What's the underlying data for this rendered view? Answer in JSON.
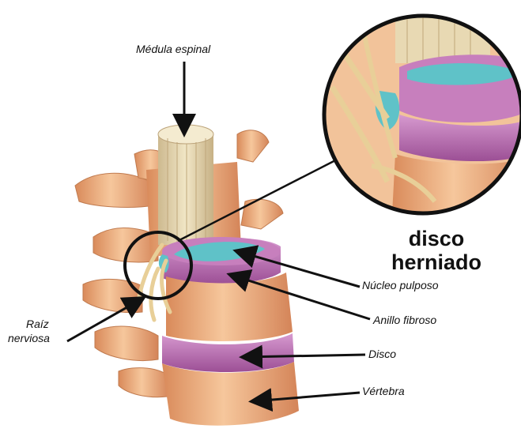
{
  "title": {
    "line1": "disco",
    "line2": "herniado"
  },
  "labels": {
    "medula": "Médula espinal",
    "nucleo": "Núcleo pulposo",
    "anillo": "Anillo fibroso",
    "raiz_line1": "Raíz",
    "raiz_line2": "nerviosa",
    "disco": "Disco",
    "vertebra": "Vértebra"
  },
  "colors": {
    "bone": "#f2b98c",
    "bone_shade": "#d98a5a",
    "disc": "#b868a8",
    "nucleus": "#5fc2c8",
    "spinal_cord": "#e8d9b3",
    "nerve": "#efd7a4"
  }
}
